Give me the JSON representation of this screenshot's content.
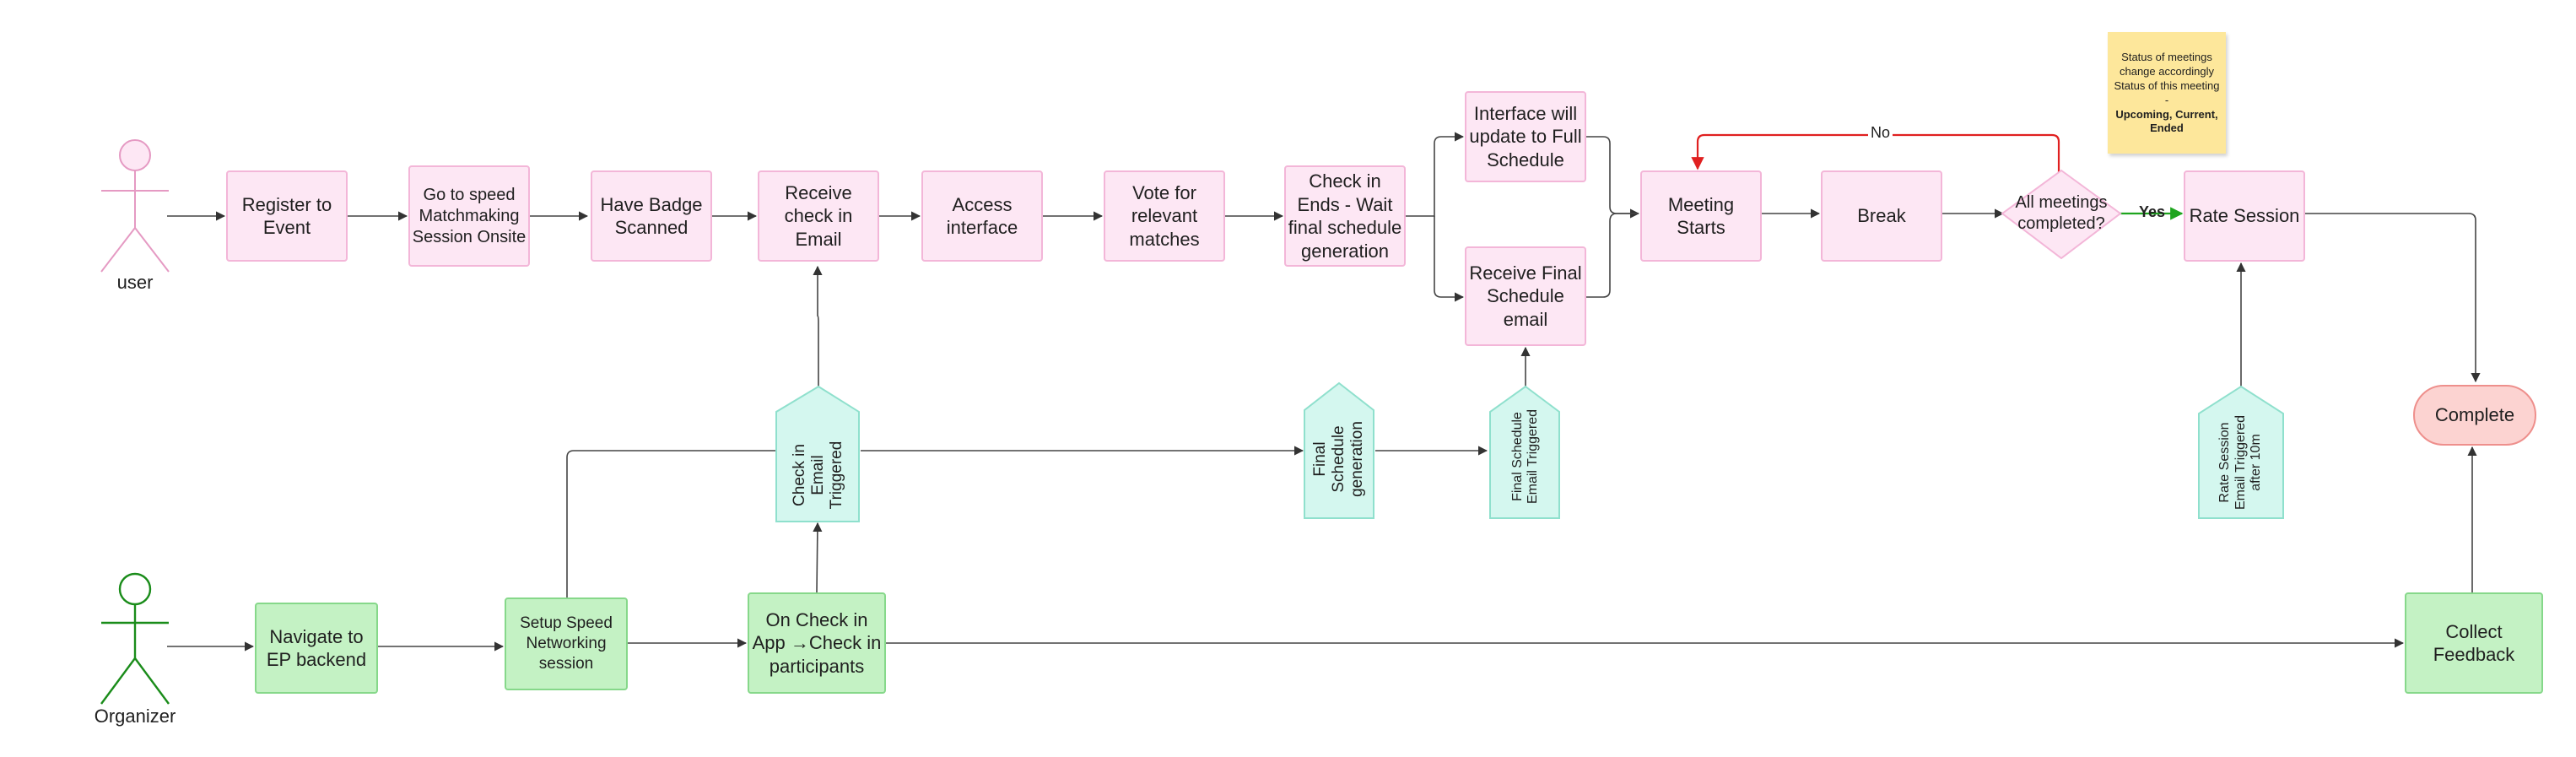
{
  "actors": {
    "user": "user",
    "organizer": "Organizer"
  },
  "user_flow": {
    "register": "Register to Event",
    "go_to_session": "Go to speed Matchmaking Session Onsite",
    "badge": "Have Badge Scanned",
    "receive_email": "Receive check in Email",
    "access": "Access interface",
    "vote": "Vote for relevant matches",
    "check_in_ends": "Check in Ends - Wait final schedule generation",
    "interface_update": "Interface will update to Full Schedule",
    "receive_final": "Receive Final Schedule email",
    "meeting_starts": "Meeting Starts",
    "break": "Break",
    "all_done": "All meetings completed?",
    "rate": "Rate Session",
    "complete": "Complete"
  },
  "organizer_flow": {
    "navigate": "Navigate to EP backend",
    "setup": "Setup Speed Networking session",
    "on_check_in": "On Check in App →Check in participants",
    "collect": "Collect Feedback"
  },
  "system_events": {
    "checkin_email": "Check in Email Triggered",
    "final_generation": "Final Schedule generation",
    "final_email": "Final Schedule Email Triggered",
    "rate_email": "Rate Session Email Triggered after 10m"
  },
  "edge_labels": {
    "no": "No",
    "yes": "Yes"
  },
  "note": {
    "line1": "Status of meetings change accordingly",
    "line2": "Status of this meeting -",
    "line3": "Upcoming, Current, Ended"
  },
  "colors": {
    "pink_fill": "#fde7f4",
    "green_fill": "#c4f2c4",
    "teal_fill": "#d4f7ef",
    "red_edge": "#e02020",
    "green_edge": "#1ea51e",
    "complete_fill": "#fcd3d1"
  }
}
